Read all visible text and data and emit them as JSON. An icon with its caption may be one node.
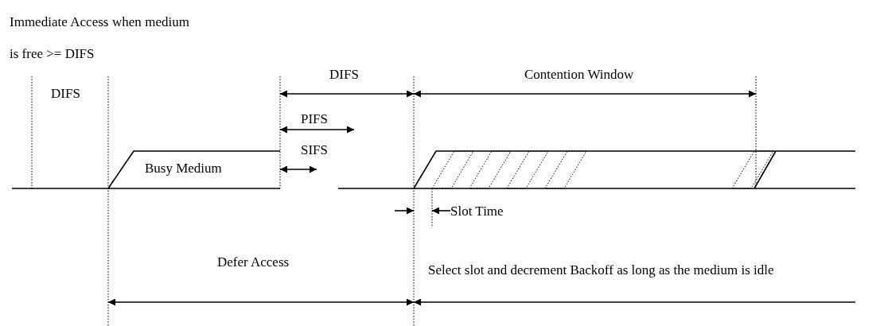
{
  "diagram": {
    "nodes": [
      {
        "text": [
          "Busy Medium"
        ]
      }
    ],
    "labels": [
      "Immediate Access when medium is free >= DIFS",
      "DIFS",
      "DIFS",
      "Contention Window",
      "PIFS",
      "SIFS",
      "Slot Time",
      "Defer Access",
      "Select slot and decrement Backoff as long as the medium is idle"
    ]
  }
}
